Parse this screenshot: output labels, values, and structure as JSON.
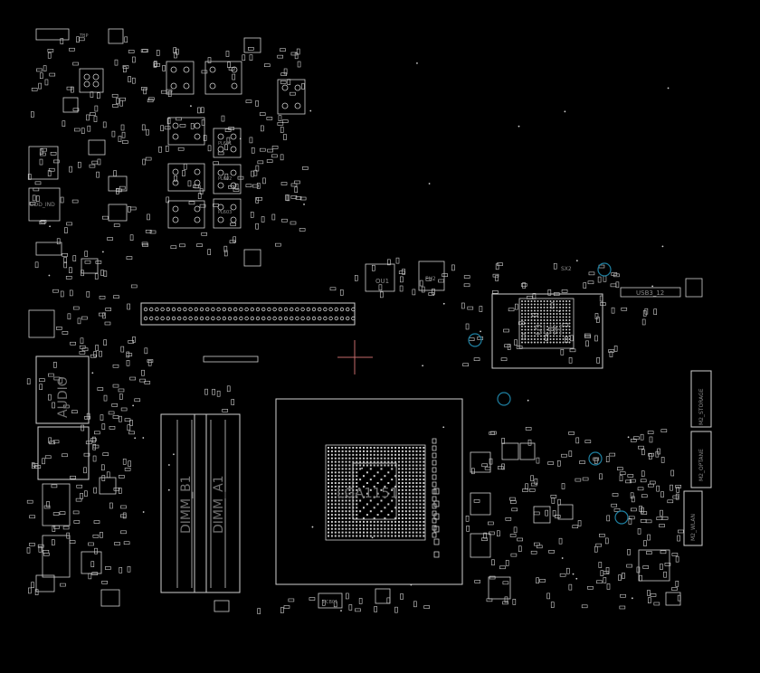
{
  "board": {
    "background": "#000000",
    "trace_color": "#cfcfcf",
    "accent_color": "#1e7fa0",
    "cursor_color": "#c46a6a"
  },
  "labels": {
    "cpu_socket": "LGA1151",
    "chipset": "SUH",
    "dimm_b1": "DIMM_B1",
    "dimm_a1": "DIMM_A1",
    "audio": "AUDIO",
    "usb3": "USB3_12",
    "m2_storage": "M2_STORAGE",
    "m2_optane": "M2_OPTANE",
    "m2_wlan": "M2_WLAN",
    "ou1": "OU1",
    "fu2": "FU2",
    "pl601": "PL601",
    "pl602": "PL602",
    "pl603": "PL603",
    "ddd_ind": "DDD_IND",
    "pcb01": "PCB01",
    "sx2": "SX2",
    "top_conn": "TBP"
  }
}
